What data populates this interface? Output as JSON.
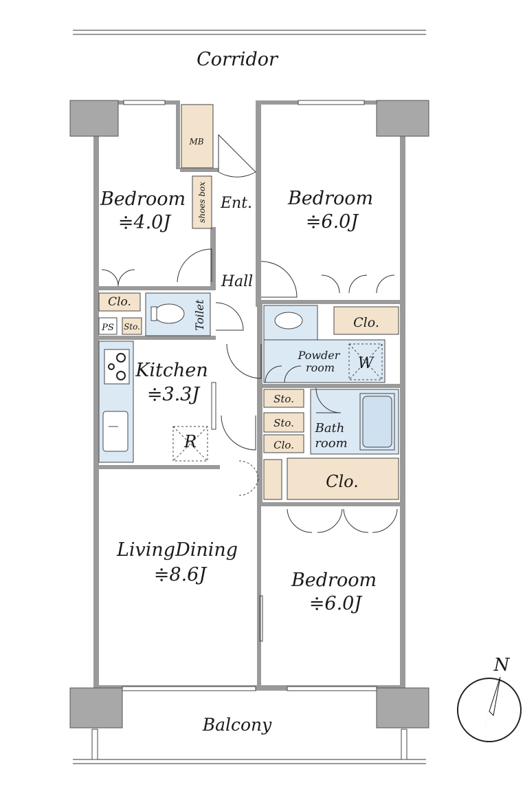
{
  "plan": {
    "corridor": "Corridor",
    "balcony": "Balcony",
    "north": "N"
  },
  "rooms": {
    "bedroom_nw": {
      "name": "Bedroom",
      "size": "≑4.0J"
    },
    "bedroom_ne": {
      "name": "Bedroom",
      "size": "≑6.0J"
    },
    "bedroom_se": {
      "name": "Bedroom",
      "size": "≑6.0J"
    },
    "kitchen": {
      "name": "Kitchen",
      "size": "≑3.3J"
    },
    "living": {
      "name": "LivingDining",
      "size": "≑8.6J"
    },
    "entrance": "Ent.",
    "hall": "Hall",
    "toilet": "Toilet",
    "powder": {
      "line1": "Powder",
      "line2": "room"
    },
    "bath": {
      "line1": "Bath",
      "line2": "room"
    },
    "washer": "W",
    "fridge": "R"
  },
  "storage": {
    "mb": "MB",
    "shoes": "shoes box",
    "ps": "PS",
    "sto": "Sto.",
    "clo": "Clo."
  },
  "colors": {
    "wall": "#9a9a9a",
    "closet": "#f3e3cc",
    "wet": "#dbe9f5"
  }
}
